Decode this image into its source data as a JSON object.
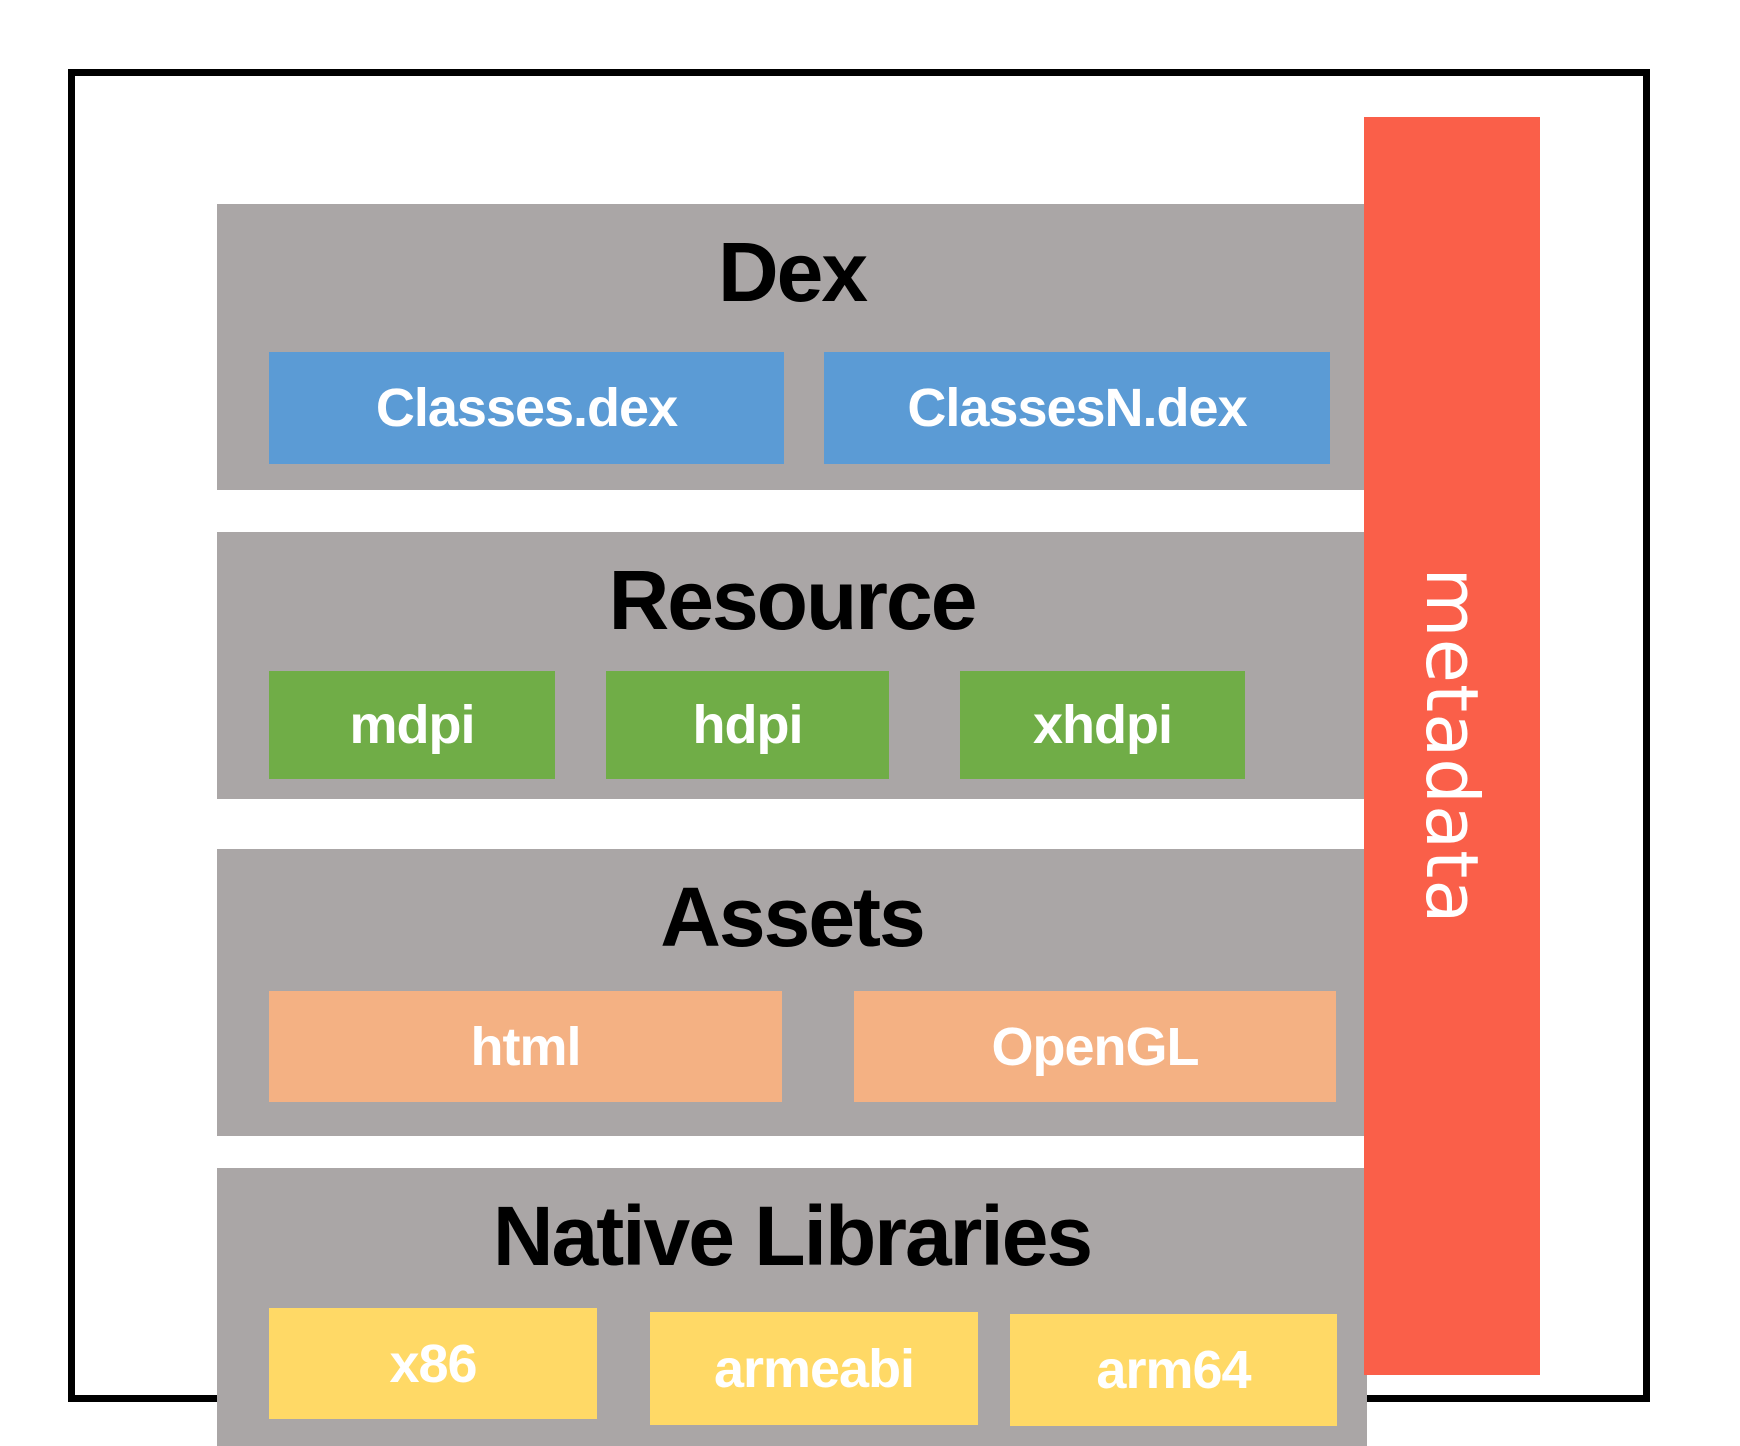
{
  "sections": [
    {
      "title": "Dex",
      "items": [
        "Classes.dex",
        "ClassesN.dex"
      ],
      "item_color": "#5B9BD5"
    },
    {
      "title": "Resource",
      "items": [
        "mdpi",
        "hdpi",
        "xhdpi"
      ],
      "item_color": "#70AD47"
    },
    {
      "title": "Assets",
      "items": [
        "html",
        "OpenGL"
      ],
      "item_color": "#F4B183"
    },
    {
      "title": "Native Libraries",
      "items": [
        "x86",
        "armeabi",
        "arm64"
      ],
      "item_color": "#FFD966"
    }
  ],
  "sidebar": {
    "label": "metadata",
    "color": "#FA5F49"
  },
  "colors": {
    "panel_gray": "#AAA6A6",
    "outline_black": "#000000",
    "title_text": "#000000",
    "item_text": "#FFFFFF",
    "background": "#FFFFFF"
  }
}
